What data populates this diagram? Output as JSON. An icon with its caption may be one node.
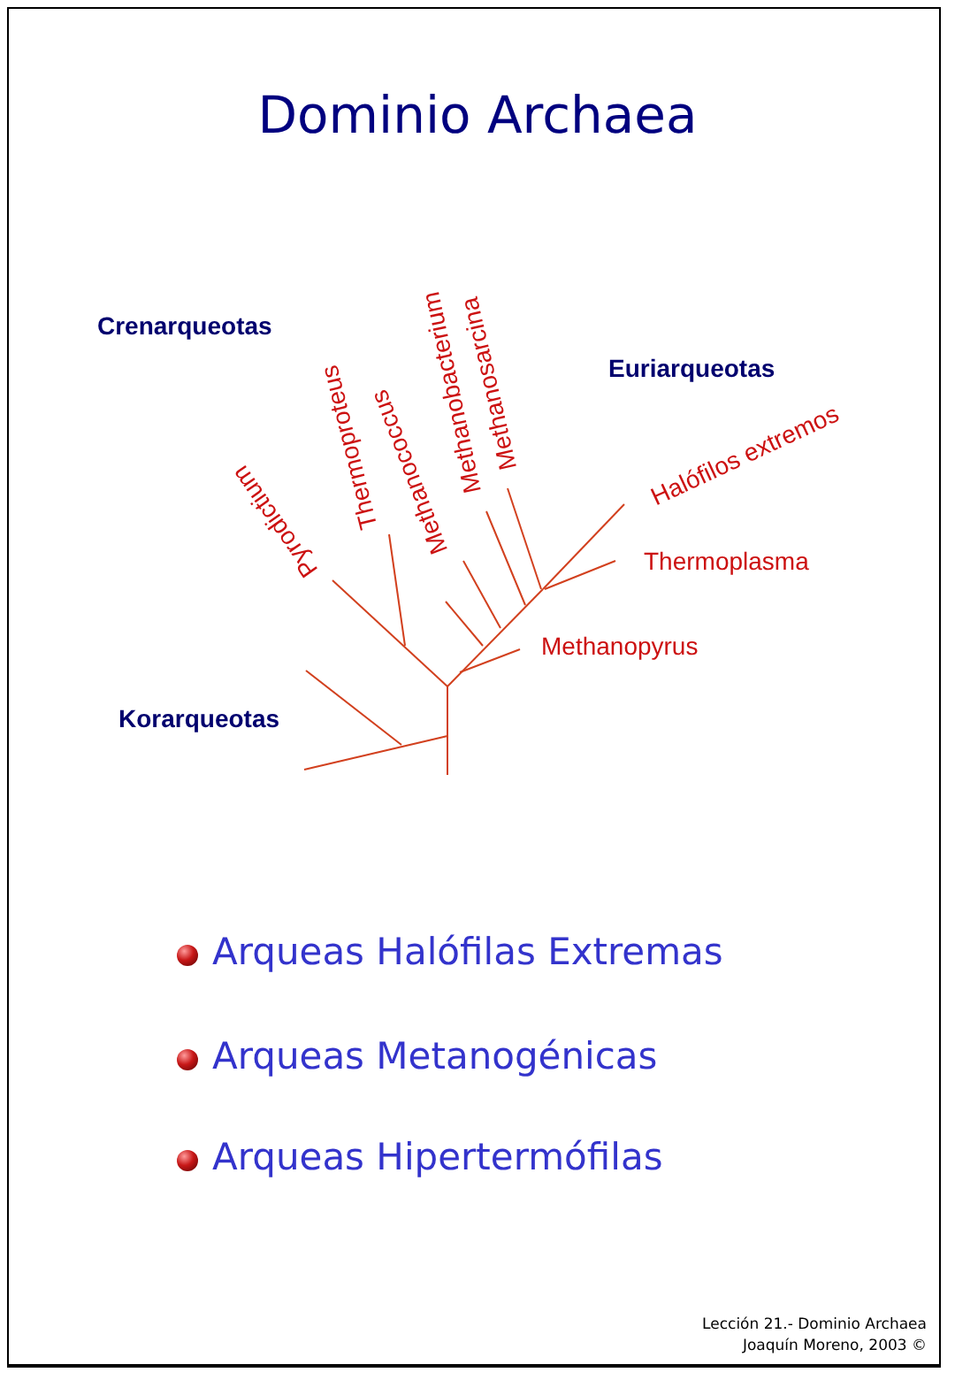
{
  "diagram": {
    "title": "Dominio Archaea",
    "labels": [
      "Crenarqueotas",
      "Pyrodictium",
      "Thermoproteus",
      "Methanococcus",
      "Methanobacterium",
      "Methanosarcina",
      "Euriarqueotas",
      "Halófilos extremos",
      "Thermoplasma",
      "Methanopyrus",
      "Korarqueotas",
      "Arqueas Halófilas Extremas",
      "Arqueas Metanogénicas",
      "Arqueas Hipertermófilas",
      "Lección 21.- Dominio Archaea",
      "Joaquín Moreno, 2003 ©"
    ]
  }
}
